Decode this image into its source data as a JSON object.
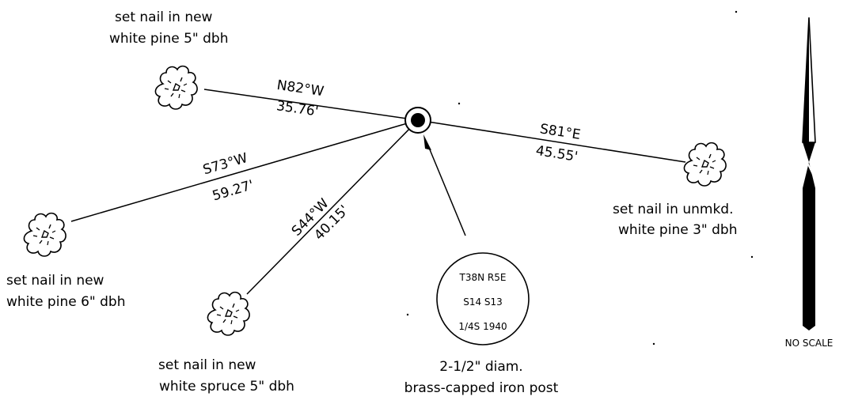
{
  "trees": {
    "nw": {
      "line1": "set nail in new",
      "line2": "white pine 5\" dbh"
    },
    "w": {
      "line1": "set nail in new",
      "line2": "white pine 6\" dbh"
    },
    "sw": {
      "line1": "set nail in new",
      "line2": "white spruce 5\" dbh"
    },
    "e": {
      "line1": "set nail in unmkd.",
      "line2": "white pine 3\" dbh"
    }
  },
  "ties": {
    "nw": {
      "bearing": "N82°W",
      "distance": "35.76'"
    },
    "w": {
      "bearing": "S73°W",
      "distance": "59.27'"
    },
    "sw": {
      "bearing": "S44°W",
      "distance": "40.15'"
    },
    "e": {
      "bearing": "S81°E",
      "distance": "45.55'"
    }
  },
  "cap": {
    "line1": "T38N R5E",
    "line2": "S14 S13",
    "line3": "1/4S 1940"
  },
  "monument": {
    "line1": "2-1/2\" diam.",
    "line2": "brass-capped iron post"
  },
  "scale_note": "NO SCALE"
}
